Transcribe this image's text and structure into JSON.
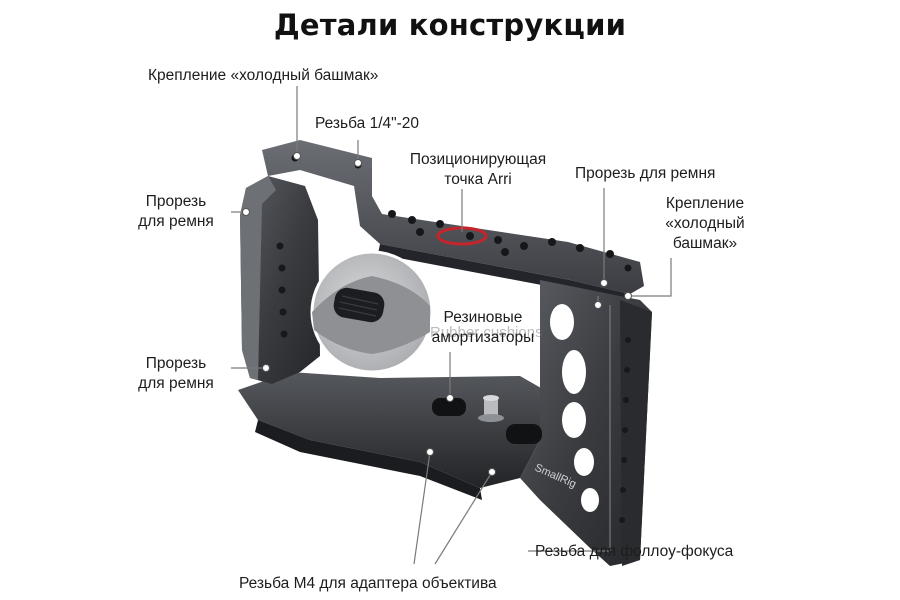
{
  "title": "Детали конструкции",
  "labels": {
    "cold_shoe_top": "Крепление «холодный башмак»",
    "thread_quarter": "Резьба 1/4\"-20",
    "arri_line1": "Позиционирующая",
    "arri_line2": "точка Arri",
    "strap_slot_right": "Прорезь для ремня",
    "strap_slot_left_top_line1": "Прорезь",
    "strap_slot_left_top_line2": "для ремня",
    "cold_shoe_right_line1": "Крепление",
    "cold_shoe_right_line2": "«холодный",
    "cold_shoe_right_line3": "башмак»",
    "rubber_line1": "Резиновые",
    "rubber_line2": "амортизаторы",
    "rubber_ghost": "Rubber cushions",
    "strap_slot_left_bottom_line1": "Прорезь",
    "strap_slot_left_bottom_line2": "для ремня",
    "follow_focus": "Резьба для фоллоу-фокуса",
    "m4_thread": "Резьба М4 для адаптера объектива"
  },
  "product": {
    "brand_mark": "SmallRig"
  },
  "colors": {
    "cage_dark": "#2c2d30",
    "cage_mid": "#4a4c50",
    "cage_light": "#7b7e84",
    "arri_ring": "#c4252b",
    "line": "#7a7a7a",
    "text": "#1d1d1d"
  }
}
